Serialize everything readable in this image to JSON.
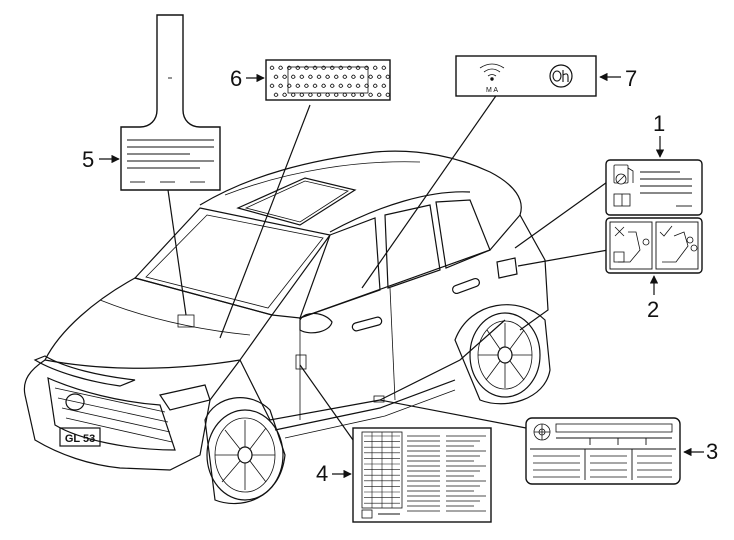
{
  "callouts": [
    "1",
    "2",
    "3",
    "4",
    "5",
    "6",
    "7"
  ],
  "label7": {
    "left_text": "M A"
  },
  "plate": "GL 53"
}
